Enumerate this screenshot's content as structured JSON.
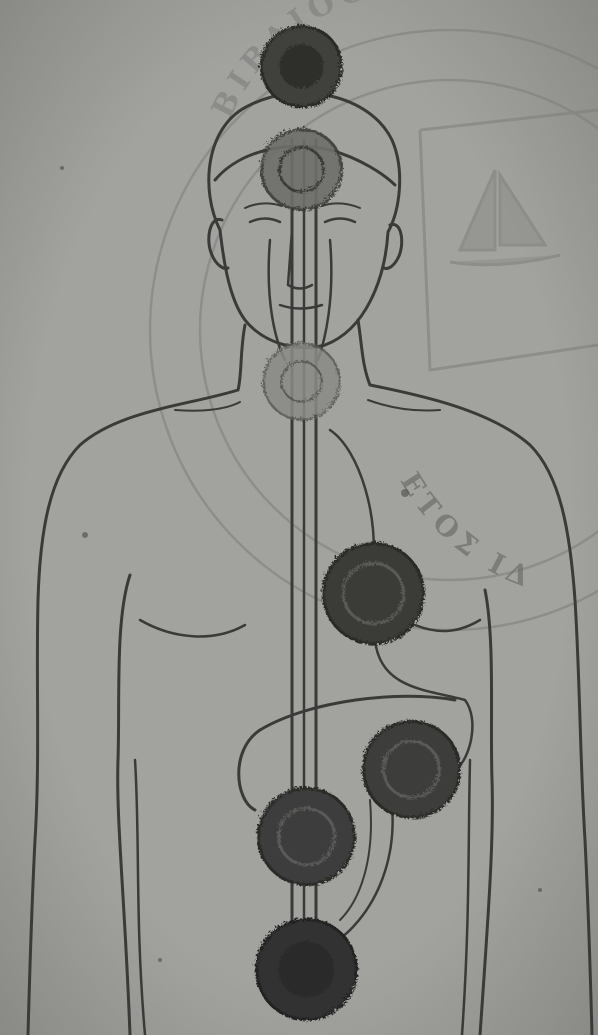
{
  "image": {
    "subject": "printed illustration of human figure with energy centers along a central channel",
    "colors": {
      "paper": "#a3a3a0",
      "paper_dark": "#8e8e8b",
      "ink": "#3a3a38",
      "ink_dark": "#2a2a28",
      "stamp": "#7d7d7b"
    }
  },
  "watermark_stamp": {
    "text_top": "ΒΙΒΛΙΟΘΗΚΗ",
    "text_side": "ΕΤΟΣ ΙΔ"
  }
}
